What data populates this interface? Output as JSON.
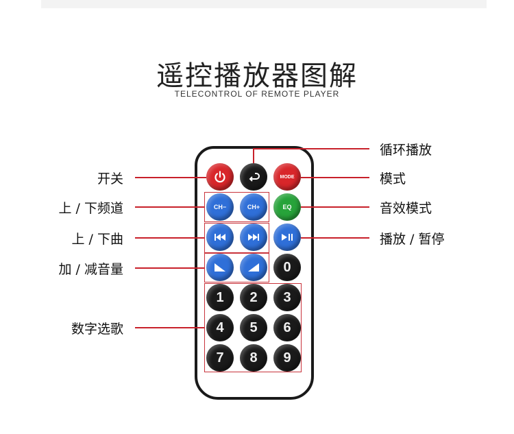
{
  "title": "遥控播放器图解",
  "subtitle": "TELECONTROL OF REMOTE PLAYER",
  "buttons": {
    "power": "",
    "loop": "",
    "mode": "MODE",
    "ch_minus": "CH−",
    "ch_plus": "CH+",
    "eq": "EQ",
    "prev": "⏮",
    "next": "⏭",
    "play_pause": "⏯",
    "vol_down": "",
    "vol_up": "",
    "zero": "0",
    "digits": [
      "1",
      "2",
      "3",
      "4",
      "5",
      "6",
      "7",
      "8",
      "9"
    ]
  },
  "labels_left": {
    "power": "开关",
    "channel": "上 / 下频道",
    "track": "上 / 下曲",
    "volume": "加 / 减音量",
    "numbers": "数字选歌"
  },
  "labels_right": {
    "loop": "循环播放",
    "mode": "模式",
    "eq": "音效模式",
    "play_pause": "播放 / 暂停"
  },
  "colors": {
    "accent_line": "#c8202a",
    "red_button": "#d8262a",
    "blue_button": "#2f6fd8",
    "green_button": "#27a33a",
    "black_button": "#1a1a1a"
  }
}
